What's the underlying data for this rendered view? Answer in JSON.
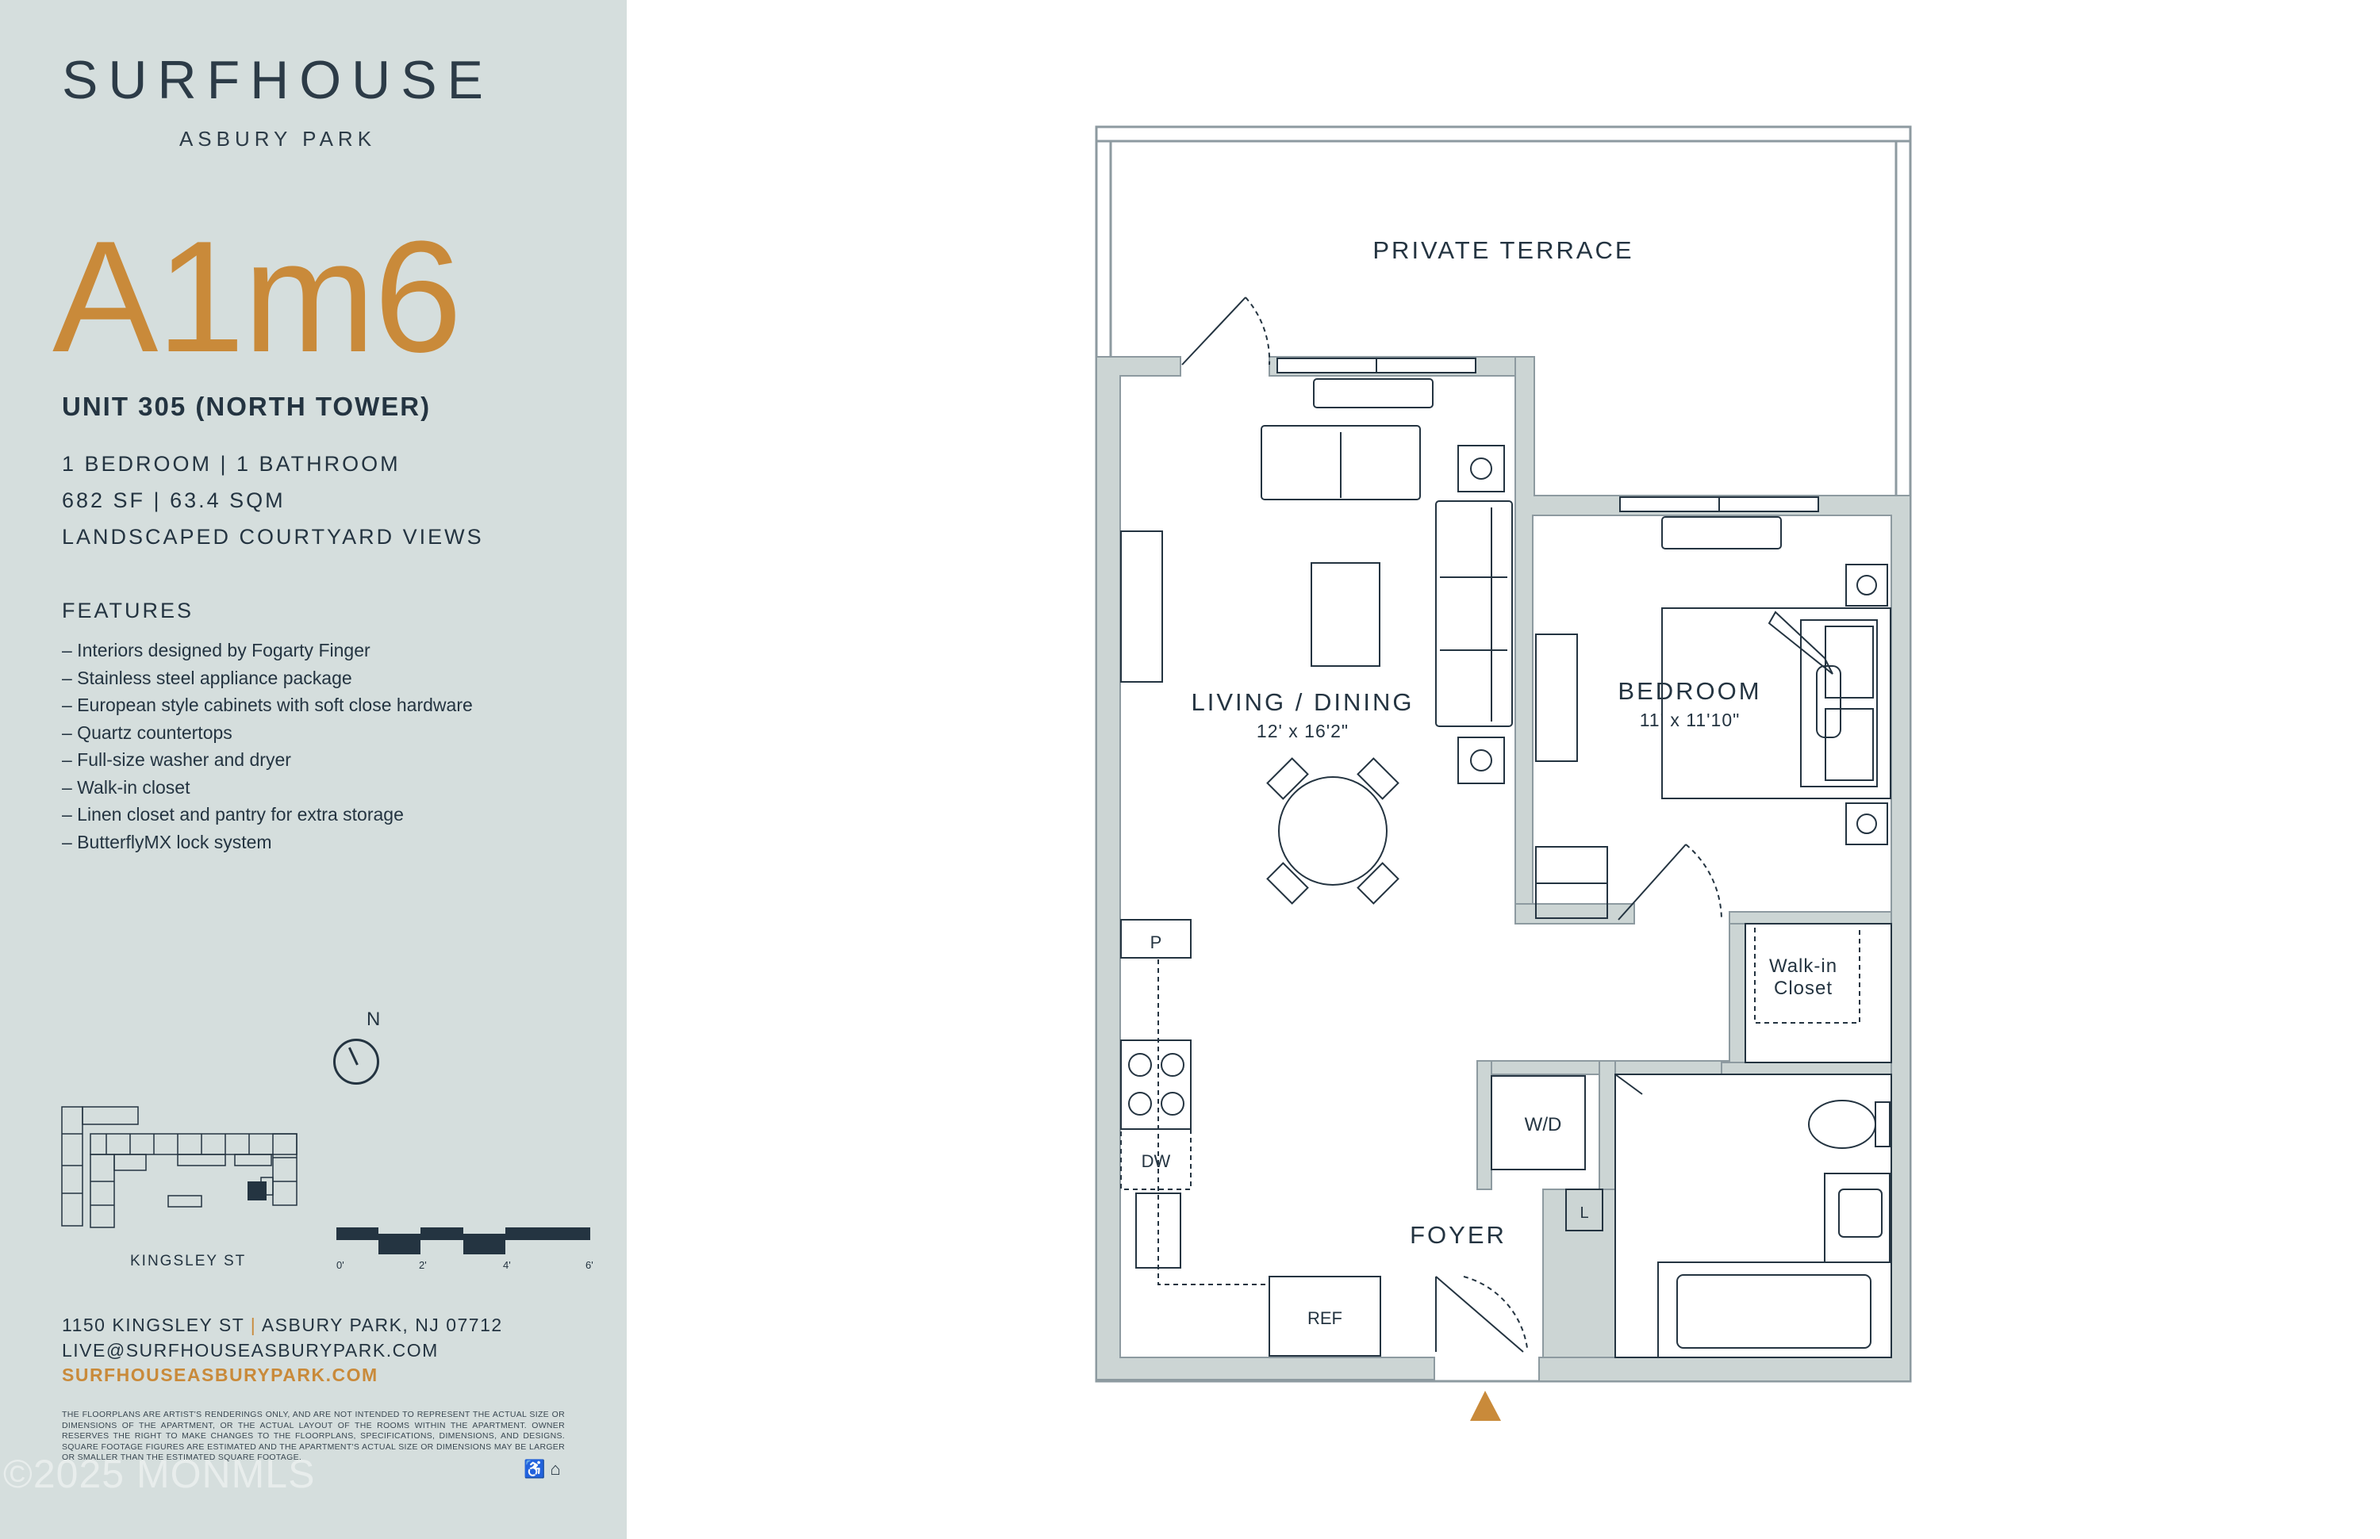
{
  "brand": {
    "name": "SURFHOUSE",
    "subtitle": "ASBURY PARK"
  },
  "unit": {
    "code": "A1m6",
    "title": "UNIT 305 (NORTH TOWER)",
    "specs": [
      "1 BEDROOM | 1 BATHROOM",
      "682 SF | 63.4 SQM",
      "LANDSCAPED COURTYARD VIEWS"
    ]
  },
  "features": {
    "heading": "FEATURES",
    "items": [
      "– Interiors designed by Fogarty Finger",
      "– Stainless steel appliance package",
      "– European style cabinets with soft close hardware",
      "– Quartz countertops",
      "– Full-size washer and dryer",
      "– Walk-in closet",
      "– Linen closet and pantry for extra storage",
      "– ButterflyMX lock system"
    ]
  },
  "compass": {
    "label": "N"
  },
  "site_plan": {
    "street": "KINGSLEY ST"
  },
  "scale": {
    "labels": [
      "0'",
      "2'",
      "4'",
      "6'"
    ]
  },
  "contact": {
    "address_street": "1150 KINGSLEY ST",
    "address_sep": "|",
    "address_city": "ASBURY PARK, NJ 07712",
    "email": "LIVE@SURFHOUSEASBURYPARK.COM",
    "website": "SURFHOUSEASBURYPARK.COM"
  },
  "disclaimer": "THE FLOORPLANS ARE ARTIST'S RENDERINGS ONLY, AND ARE NOT INTENDED TO REPRESENT THE ACTUAL SIZE OR DIMENSIONS OF THE APARTMENT, OR THE ACTUAL LAYOUT OF THE ROOMS WITHIN THE APARTMENT. OWNER RESERVES THE RIGHT TO MAKE CHANGES TO THE FLOORPLANS, SPECIFICATIONS, DIMENSIONS, AND DESIGNS. SQUARE FOOTAGE FIGURES ARE ESTIMATED AND THE APARTMENT'S ACTUAL SIZE OR DIMENSIONS MAY BE LARGER OR SMALLER THAN THE ESTIMATED SQUARE FOOTAGE.",
  "watermark": "©2025 MONMLS",
  "access_icons": "♿ ⌂",
  "floorplan": {
    "terrace": "PRIVATE TERRACE",
    "living": "LIVING / DINING",
    "living_dim": "12' x 16'2\"",
    "bedroom": "BEDROOM",
    "bedroom_dim": "11' x 11'10\"",
    "closet_line1": "Walk-in",
    "closet_line2": "Closet",
    "foyer": "FOYER",
    "wd": "W/D",
    "pantry": "P",
    "dishwasher": "DW",
    "fridge": "REF",
    "linen": "L"
  },
  "colors": {
    "accent": "#c98a3a",
    "ink": "#243441",
    "wall": "#ccd5d4",
    "panel": "#d5dedd"
  }
}
